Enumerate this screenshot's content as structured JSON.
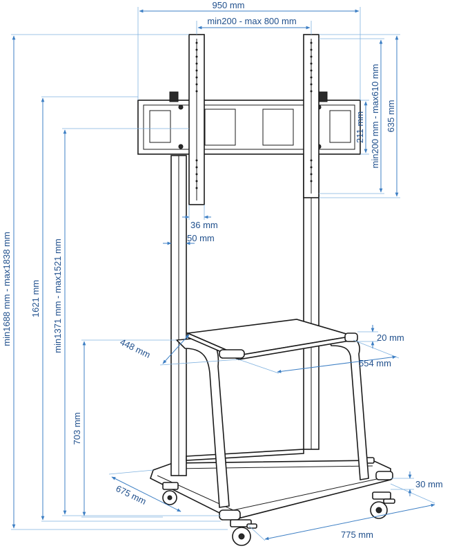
{
  "colors": {
    "dimension": "#3d7fc4",
    "dimension_text": "#1f4f8c",
    "outline": "#1a1a1a",
    "background": "#ffffff"
  },
  "dimensions": {
    "overall_width": "950 mm",
    "vesa_width": "min200 - max 800 mm",
    "vesa_height": "min200 mm - max610 mm",
    "bracket_height": "211 mm",
    "rail_height": "635 mm",
    "rail_width": "36 mm",
    "pole_width": "50 mm",
    "total_height": "min1688 mm - max1838 mm",
    "mount_height": "1621 mm",
    "center_height": "min1371 mm - max1521 mm",
    "shelf_depth": "448 mm",
    "shelf_thickness": "20 mm",
    "shelf_width": "554 mm",
    "shelf_height": "703 mm",
    "base_depth": "675 mm",
    "base_thickness": "30 mm",
    "base_width": "775 mm"
  }
}
